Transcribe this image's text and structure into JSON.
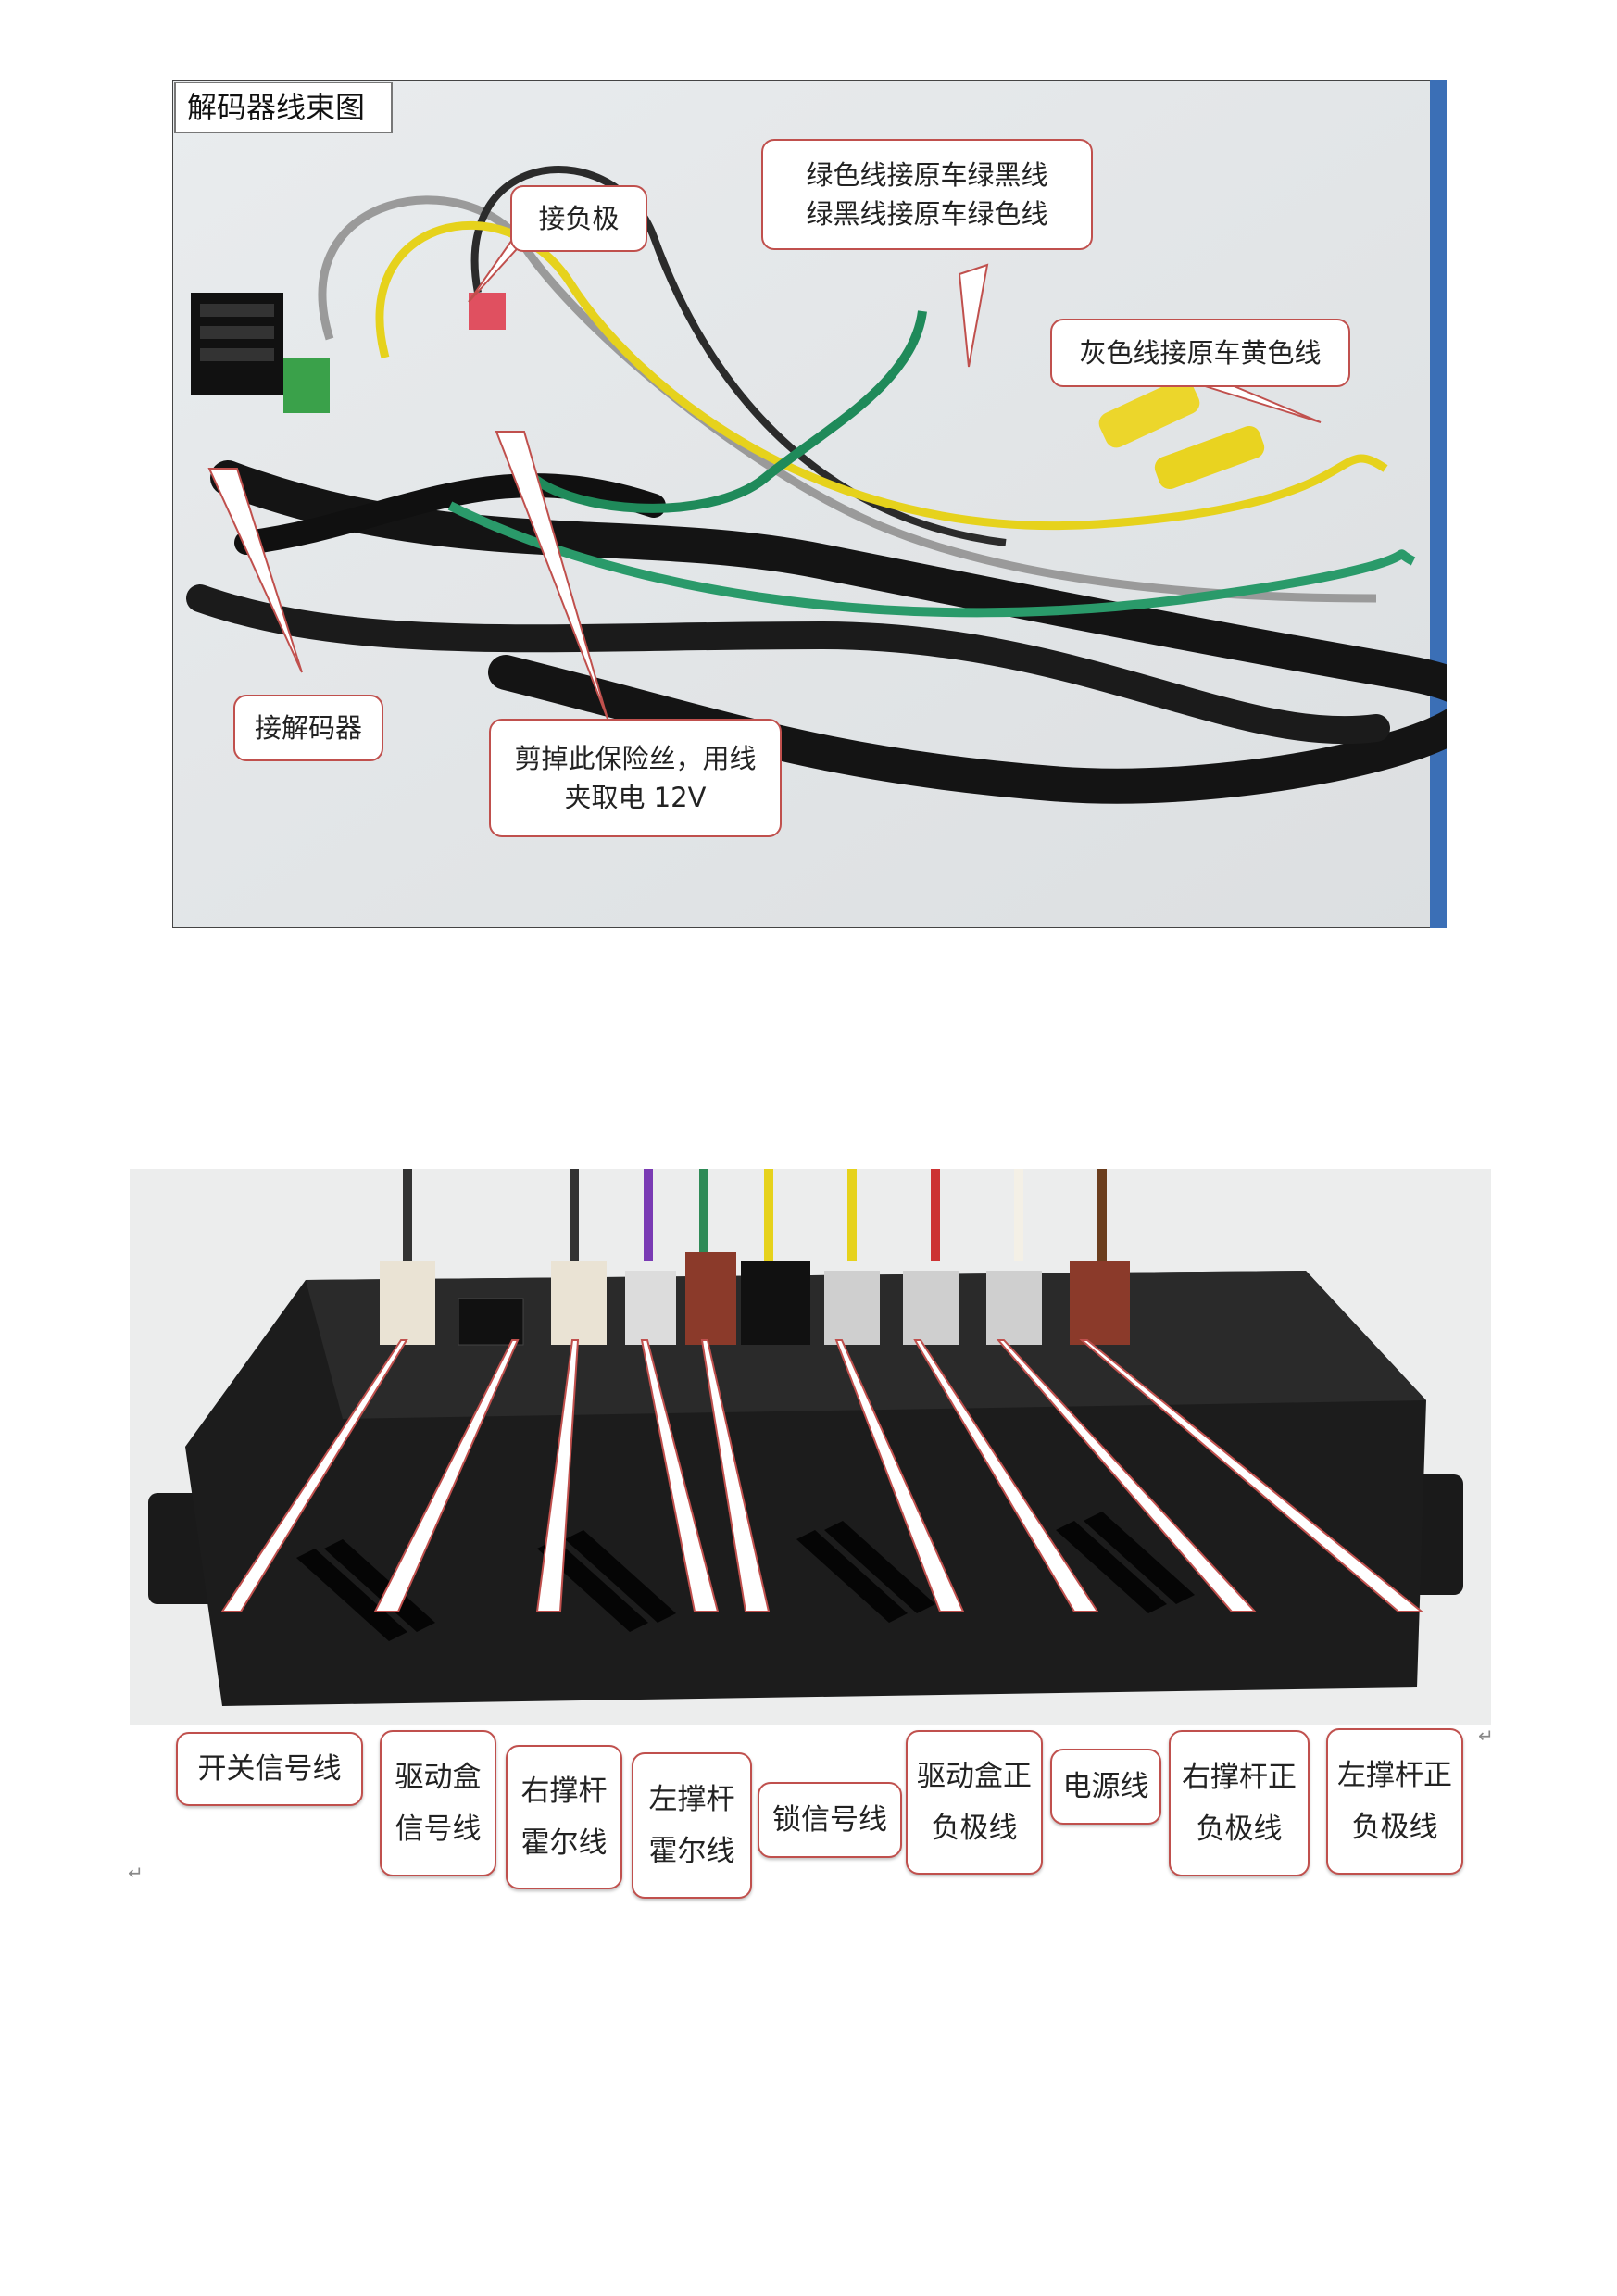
{
  "figure1": {
    "title": "解码器线束图",
    "callouts": [
      {
        "id": "neg",
        "lines": [
          "接负极"
        ]
      },
      {
        "id": "green",
        "lines": [
          "绿色线接原车绿黑线",
          "绿黑线接原车绿色线"
        ]
      },
      {
        "id": "gray",
        "lines": [
          "灰色线接原车黄色线"
        ]
      },
      {
        "id": "decoder",
        "lines": [
          "接解码器"
        ]
      },
      {
        "id": "fuse",
        "lines": [
          "剪掉此保险丝，用线",
          "夹取电 12V"
        ]
      }
    ]
  },
  "figure2": {
    "labels": [
      {
        "id": "switch",
        "lines": [
          "开关信号线"
        ]
      },
      {
        "id": "drive-signal",
        "lines": [
          "驱动盒",
          "信号线"
        ]
      },
      {
        "id": "right-hall",
        "lines": [
          "右撑杆",
          "霍尔线"
        ]
      },
      {
        "id": "left-hall",
        "lines": [
          "左撑杆",
          "霍尔线"
        ]
      },
      {
        "id": "lock",
        "lines": [
          "锁信号线"
        ]
      },
      {
        "id": "drive-power",
        "lines": [
          "驱动盒正",
          "负极线"
        ]
      },
      {
        "id": "power",
        "lines": [
          "电源线"
        ]
      },
      {
        "id": "right-power",
        "lines": [
          "右撑杆正",
          "负极线"
        ]
      },
      {
        "id": "left-power",
        "lines": [
          "左撑杆正",
          "负极线"
        ]
      }
    ]
  },
  "colors": {
    "callout_border": "#c0504d",
    "label_border": "#c0504d"
  },
  "icons": {
    "paragraph_mark": "↵"
  }
}
